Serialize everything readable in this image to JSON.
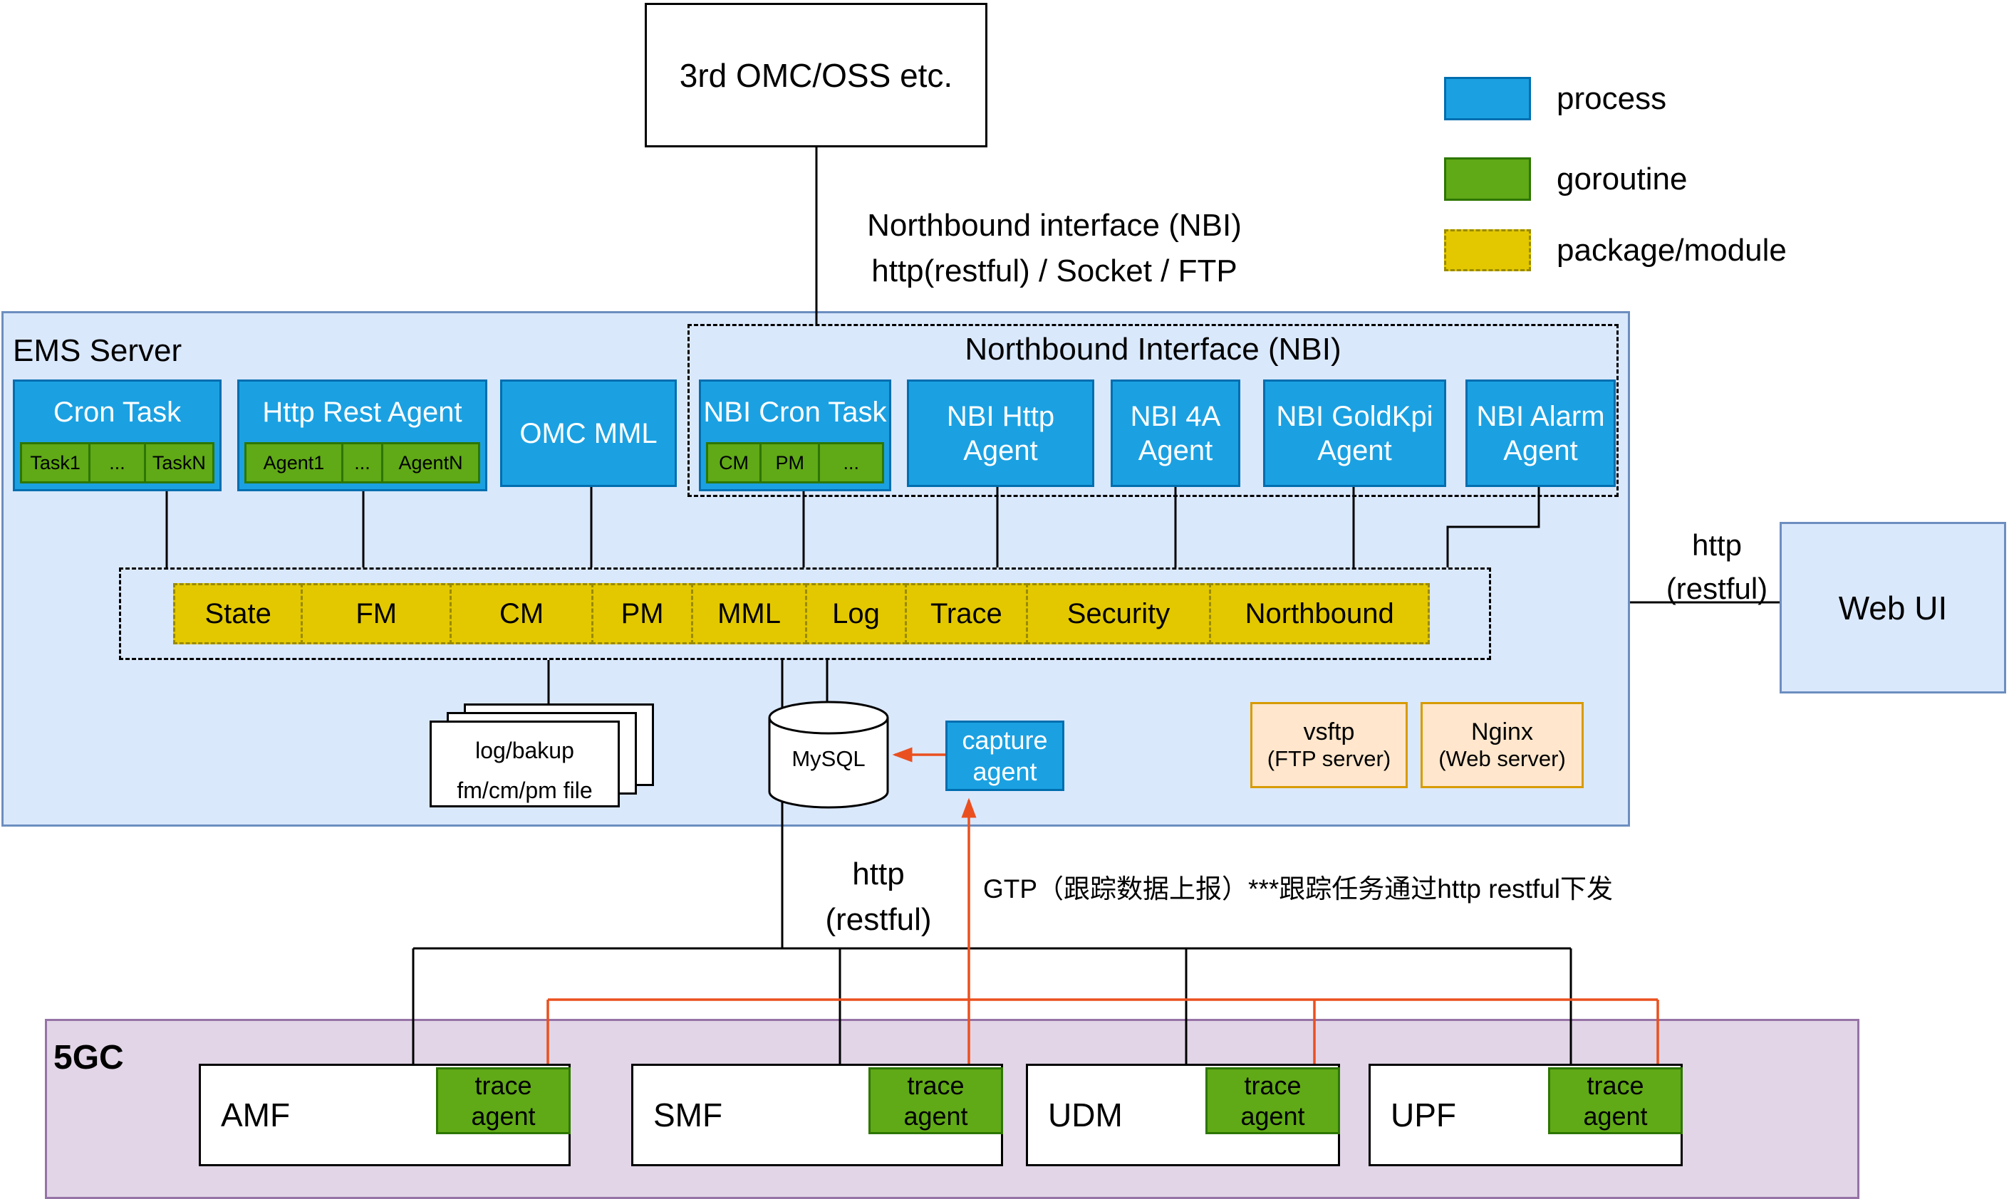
{
  "colors": {
    "process_fill": "#1ba1e2",
    "process_border": "#006eaf",
    "goroutine_fill": "#60a917",
    "goroutine_border": "#2d7600",
    "package_fill": "#e3c800",
    "package_border": "#998a00",
    "ems_fill": "#dae8fc",
    "ems_border": "#6c8ebf",
    "webui_fill": "#dae8fc",
    "webui_border": "#6c8ebf",
    "server_fill": "#ffe6cc",
    "server_border": "#d79b00",
    "fivegc_fill": "#e1d5e7",
    "fivegc_border": "#9673a6",
    "orange_line": "#ea501f"
  },
  "legend": [
    {
      "label": "process"
    },
    {
      "label": "goroutine"
    },
    {
      "label": "package/module"
    }
  ],
  "external": {
    "omc": "3rd OMC/OSS etc.",
    "nbi_caption_1": "Northbound interface (NBI)",
    "nbi_caption_2": "http(restful) / Socket / FTP"
  },
  "ems": {
    "title": "EMS Server",
    "cron_task": {
      "label": "Cron Task",
      "items": [
        "Task1",
        "...",
        "TaskN"
      ]
    },
    "http_rest_agent": {
      "label": "Http Rest Agent",
      "items": [
        "Agent1",
        "...",
        "AgentN"
      ]
    },
    "omc_mml": "OMC MML",
    "nbi": {
      "title": "Northbound Interface (NBI)",
      "cron_task": {
        "label": "NBI Cron Task",
        "items": [
          "CM",
          "PM",
          "..."
        ]
      },
      "http_agent": "NBI Http Agent",
      "a4_agent": "NBI 4A Agent",
      "goldkpi_agent": "NBI GoldKpi Agent",
      "alarm_agent": "NBI Alarm Agent"
    },
    "modules": [
      "State",
      "FM",
      "CM",
      "PM",
      "MML",
      "Log",
      "Trace",
      "Security",
      "Northbound"
    ],
    "files": {
      "line1": "log/bakup",
      "line2": "fm/cm/pm file"
    },
    "database": "MySQL",
    "capture_agent": "capture agent",
    "vsftp": {
      "name": "vsftp",
      "desc": "(FTP server)"
    },
    "nginx": {
      "name": "Nginx",
      "desc": "(Web server)"
    }
  },
  "webui": {
    "label": "Web UI",
    "link_caption_1": "http",
    "link_caption_2": "(restful)"
  },
  "south": {
    "http_caption_1": "http",
    "http_caption_2": "(restful)",
    "gtp_caption": "GTP（跟踪数据上报）***跟踪任务通过http restful下发"
  },
  "fivegc": {
    "title": "5GC",
    "trace_agent": "trace agent",
    "nfs": [
      {
        "name": "AMF"
      },
      {
        "name": "SMF"
      },
      {
        "name": "UDM"
      },
      {
        "name": "UPF"
      }
    ]
  }
}
